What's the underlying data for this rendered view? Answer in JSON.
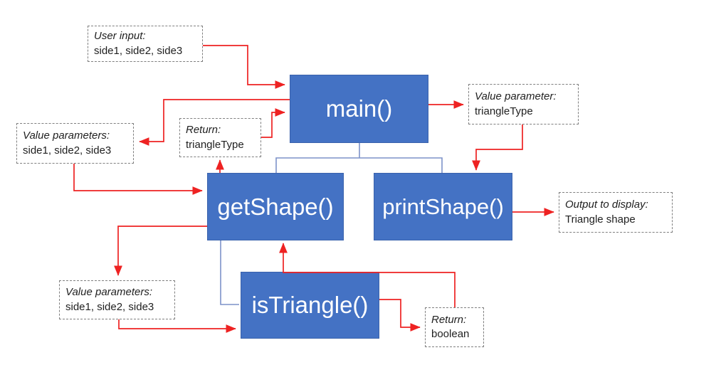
{
  "colors": {
    "function_box": "#4472C4",
    "function_border": "#3A62AC",
    "arrow_red": "#EE2222",
    "connector_blue": "#7D92C9",
    "annotation_border": "#7F7F7F",
    "annotation_text": "#1F1F1F",
    "page_bg": "#FFFFFF"
  },
  "nodes": {
    "main": {
      "label": "main()"
    },
    "getShape": {
      "label": "getShape()"
    },
    "printShape": {
      "label": "printShape()"
    },
    "isTriangle": {
      "label": "isTriangle()"
    }
  },
  "notes": {
    "user_input": {
      "line1": "User input:",
      "line2": "side1, side2, side3"
    },
    "value_params_left": {
      "line1": "Value parameters:",
      "line2": "side1, side2, side3"
    },
    "return_triangle_type": {
      "line1": "Return:",
      "line2": "triangleType"
    },
    "value_param_triangle_type": {
      "line1": "Value parameter:",
      "line2": "triangleType"
    },
    "output_display": {
      "line1": "Output to display:",
      "line2": "Triangle shape"
    },
    "value_params_bottom": {
      "line1": "Value parameters:",
      "line2": "side1, side2, side3"
    },
    "return_boolean": {
      "line1": "Return:",
      "line2": "boolean"
    }
  },
  "edges": [
    {
      "from": "user_input_note",
      "to": "main",
      "kind": "data-flow-red"
    },
    {
      "from": "main",
      "to": "value_params_left_note",
      "kind": "data-flow-red"
    },
    {
      "from": "value_params_left_note",
      "to": "getShape",
      "kind": "data-flow-red"
    },
    {
      "from": "getShape",
      "to": "return_triangle_type_note",
      "kind": "data-flow-red"
    },
    {
      "from": "return_triangle_type_note",
      "to": "main",
      "kind": "data-flow-red"
    },
    {
      "from": "main",
      "to": "value_param_triangle_type_note",
      "kind": "data-flow-red"
    },
    {
      "from": "value_param_triangle_type_note",
      "to": "printShape",
      "kind": "data-flow-red"
    },
    {
      "from": "printShape",
      "to": "output_display_note",
      "kind": "data-flow-red"
    },
    {
      "from": "getShape",
      "to": "value_params_bottom_note",
      "kind": "data-flow-red"
    },
    {
      "from": "value_params_bottom_note",
      "to": "isTriangle",
      "kind": "data-flow-red"
    },
    {
      "from": "isTriangle",
      "to": "return_boolean_note",
      "kind": "data-flow-red"
    },
    {
      "from": "return_boolean_note",
      "to": "getShape",
      "kind": "data-flow-red"
    },
    {
      "from": "main",
      "to": "getShape",
      "kind": "call-hierarchy-blue"
    },
    {
      "from": "main",
      "to": "printShape",
      "kind": "call-hierarchy-blue"
    },
    {
      "from": "getShape",
      "to": "isTriangle",
      "kind": "call-hierarchy-blue"
    }
  ]
}
